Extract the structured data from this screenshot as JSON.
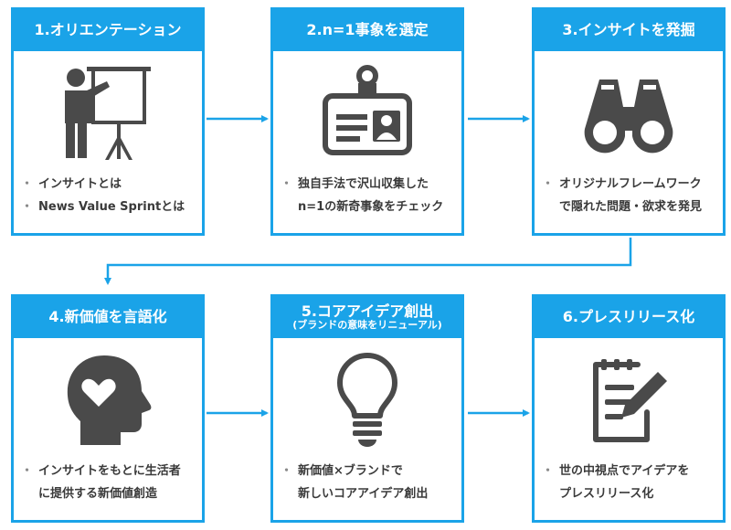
{
  "steps": [
    {
      "title": "1.オリエンテーション",
      "icon": "presentation-icon",
      "lines": [
        "インサイトとは",
        "News Value Sprintとは"
      ],
      "bullets": [
        true,
        true
      ]
    },
    {
      "title": "2.n=1事象を選定",
      "icon": "id-badge-icon",
      "lines": [
        "独自手法で沢山収集した",
        "n=1の新奇事象をチェック"
      ],
      "bullets": [
        true,
        false
      ]
    },
    {
      "title": "3.インサイトを発掘",
      "icon": "binoculars-icon",
      "lines": [
        "オリジナルフレームワーク",
        "で隠れた問題・欲求を発見"
      ],
      "bullets": [
        true,
        false
      ]
    },
    {
      "title": "4.新価値を言語化",
      "icon": "head-heart-icon",
      "lines": [
        "インサイトをもとに生活者",
        "に提供する新価値創造"
      ],
      "bullets": [
        true,
        false
      ]
    },
    {
      "title": "5.コアアイデア創出",
      "subtitle": "(ブランドの意味をリニューアル)",
      "icon": "lightbulb-icon",
      "lines": [
        "新価値×ブランドで",
        "新しいコアアイデア創出"
      ],
      "bullets": [
        true,
        false
      ]
    },
    {
      "title": "6.プレスリリース化",
      "icon": "document-pen-icon",
      "lines": [
        "世の中視点でアイデアを",
        "プレスリリース化"
      ],
      "bullets": [
        true,
        false
      ]
    }
  ],
  "bullet_char": "・",
  "colors": {
    "accent": "#1aa3e8",
    "icon": "#4a4a4a",
    "text": "#3a3a3a"
  }
}
